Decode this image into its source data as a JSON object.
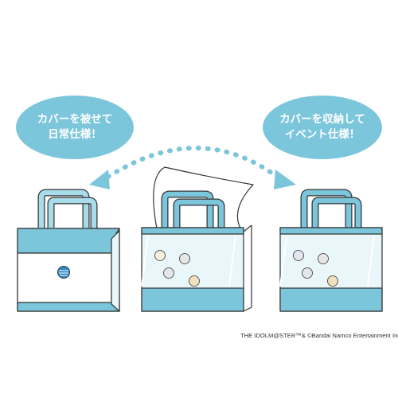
{
  "bubble_left": {
    "line1": "カバーを被せて",
    "line2": "日常仕様！"
  },
  "bubble_right": {
    "line1": "カバーを収納して",
    "line2": "イベント仕様！"
  },
  "copyright": "THE IDOLM@STER™& ©Bandai Namco Entertainment Inc.",
  "colors": {
    "accent": "#7cc6dc",
    "outline": "#333333",
    "clear": "#e9f6fa",
    "button_blue": "#2d8cc8"
  },
  "icons": [
    "curved-dotted-arrow-icon",
    "tote-bag-icon",
    "can-badge-icon"
  ]
}
